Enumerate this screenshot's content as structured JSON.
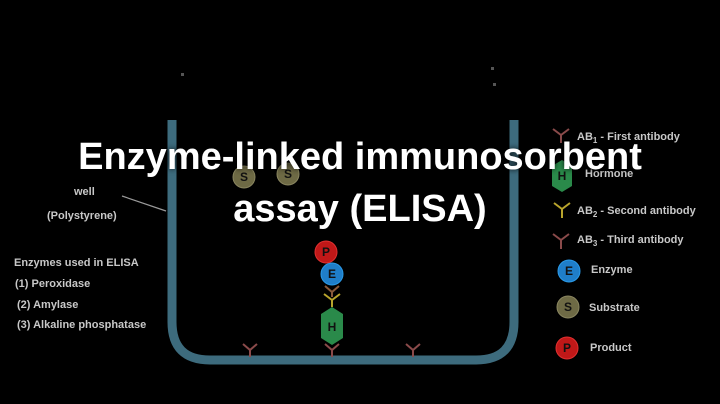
{
  "title": {
    "line1": "Enzyme-linked immunosorbent",
    "line2": "assay (ELISA)"
  },
  "well": {
    "label": "well",
    "material": "(Polystyrene)"
  },
  "enzymes": {
    "heading": "Enzymes used in ELISA",
    "items": [
      "(1) Peroxidase",
      "(2) Amylase",
      "(3) Alkaline phosphatase"
    ]
  },
  "legend": {
    "ab1": {
      "prefix": "AB",
      "sub": "1",
      "text": " - First antibody"
    },
    "hormone": {
      "letter": "H",
      "text": "Hormone"
    },
    "ab2": {
      "prefix": "AB",
      "sub": "2",
      "text": " - Second antibody"
    },
    "ab3": {
      "prefix": "AB",
      "sub": "3",
      "text": " - Third antibody"
    },
    "enzyme": {
      "letter": "E",
      "text": "Enzyme"
    },
    "substrate": {
      "letter": "S",
      "text": "Substrate"
    },
    "product": {
      "letter": "P",
      "text": "Product"
    }
  },
  "stack": {
    "product_letter": "P",
    "enzyme_letter": "E",
    "hormone_letter": "H"
  },
  "floating_substrate": [
    "S",
    "S"
  ],
  "colors": {
    "well": "#3d6b7d",
    "ab1": "#8a4a4a",
    "ab2": "#b8a42c",
    "ab3": "#8a4a4a",
    "hormone": "#2a8a4a",
    "enzyme": "#1f7ec9",
    "substrate": "#6e6a45",
    "product": "#c01818"
  }
}
